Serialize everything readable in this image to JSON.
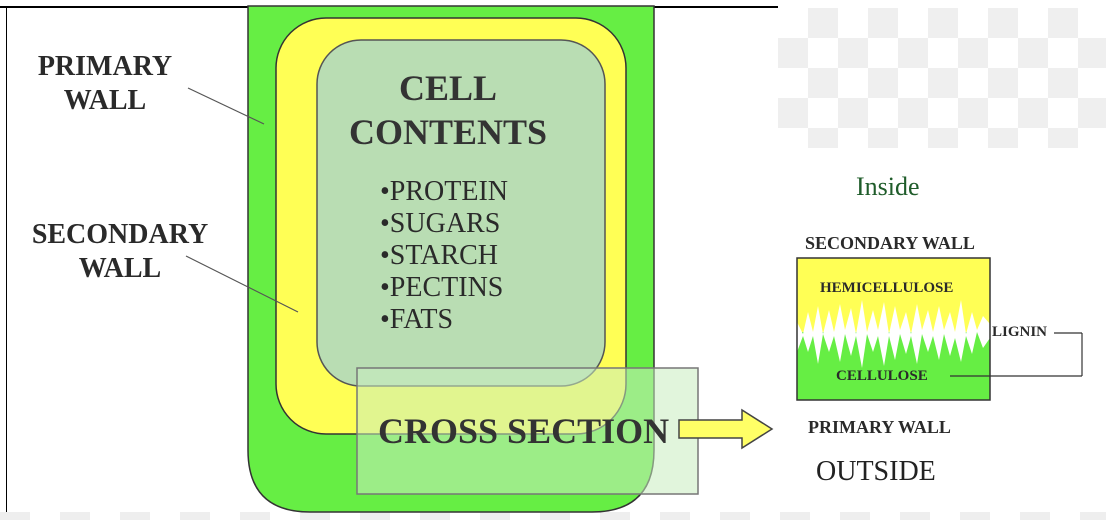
{
  "labels": {
    "primary_wall_line1": "PRIMARY",
    "primary_wall_line2": "WALL",
    "secondary_wall_line1": "SECONDARY",
    "secondary_wall_line2": "WALL",
    "cell_contents_line1": "CELL",
    "cell_contents_line2": "CONTENTS",
    "cross_section": "CROSS SECTION"
  },
  "contents": [
    "•PROTEIN",
    "•SUGARS",
    "•STARCH",
    "•PECTINS",
    "•FATS"
  ],
  "detail": {
    "inside": "Inside",
    "secondary_wall": "SECONDARY WALL",
    "hemicellulose": "HEMICELLULOSE",
    "lignin": "LIGNIN",
    "cellulose": "CELLULOSE",
    "primary_wall": "PRIMARY WALL",
    "outside": "OUTSIDE"
  },
  "colors": {
    "primary_wall": "#66ee44",
    "secondary_wall": "#ffff55",
    "cell_contents": "#b9ddb3",
    "cross_section_box": "#bfe8b8",
    "arrow": "#ffff66"
  }
}
